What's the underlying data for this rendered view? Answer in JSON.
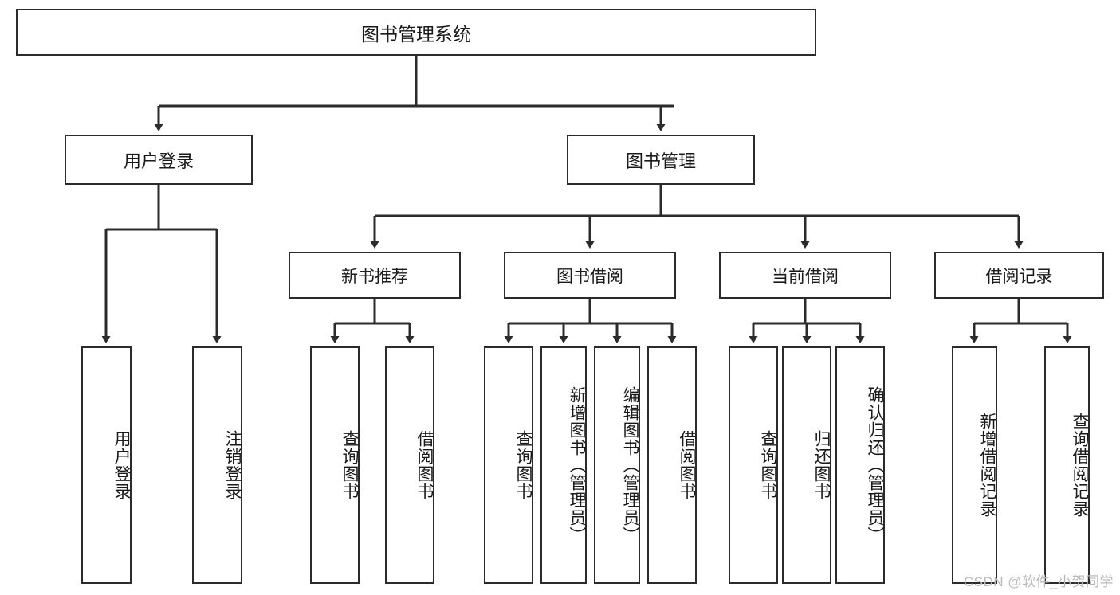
{
  "diagram": {
    "title": "图书管理系统",
    "type": "hierarchy-tree",
    "watermark": "CSDN @软件_小贺同学",
    "colors": {
      "box_border": "#2b2b2b",
      "box_fill": "#ffffff",
      "edge": "#2b2b2b",
      "text": "#1a1a1a",
      "watermark": "#b9b9b9"
    },
    "root": {
      "label": "图书管理系统"
    },
    "level2": [
      {
        "label": "用户登录"
      },
      {
        "label": "图书管理"
      }
    ],
    "level3": [
      {
        "label": "新书推荐"
      },
      {
        "label": "图书借阅"
      },
      {
        "label": "当前借阅"
      },
      {
        "label": "借阅记录"
      }
    ],
    "leaves": [
      {
        "label": "用户登录",
        "parent": "用户登录"
      },
      {
        "label": "注销登录",
        "parent": "用户登录"
      },
      {
        "label": "查询图书",
        "parent": "新书推荐"
      },
      {
        "label": "借阅图书",
        "parent": "新书推荐"
      },
      {
        "label": "查询图书",
        "parent": "图书借阅"
      },
      {
        "label": "新增图书（管理员）",
        "parent": "图书借阅"
      },
      {
        "label": "编辑图书（管理员）",
        "parent": "图书借阅"
      },
      {
        "label": "借阅图书",
        "parent": "图书借阅"
      },
      {
        "label": "查询图书",
        "parent": "当前借阅"
      },
      {
        "label": "归还图书",
        "parent": "当前借阅"
      },
      {
        "label": "确认归还（管理员）",
        "parent": "当前借阅"
      },
      {
        "label": "新增借阅记录",
        "parent": "借阅记录"
      },
      {
        "label": "查询借阅记录",
        "parent": "借阅记录"
      }
    ]
  }
}
